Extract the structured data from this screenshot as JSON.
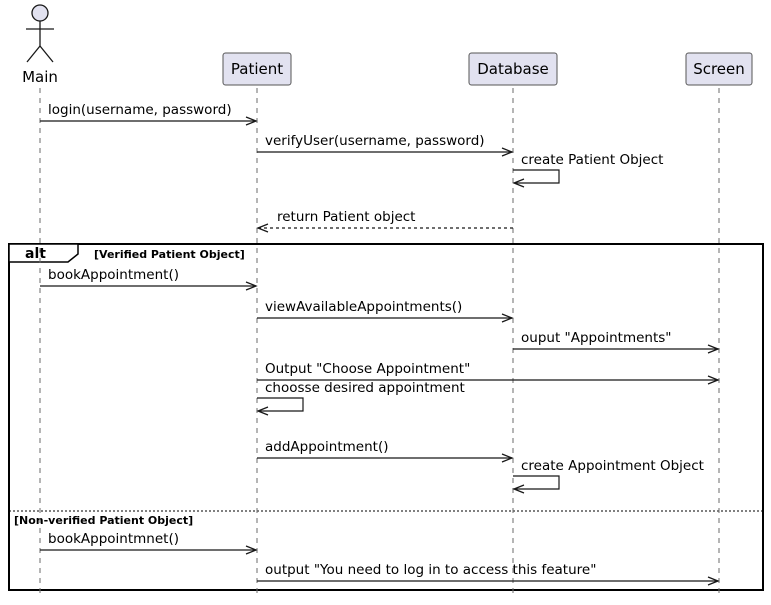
{
  "participants": [
    {
      "id": "main",
      "label": "Main",
      "kind": "actor"
    },
    {
      "id": "patient",
      "label": "Patient",
      "kind": "participant"
    },
    {
      "id": "database",
      "label": "Database",
      "kind": "participant"
    },
    {
      "id": "screen",
      "label": "Screen",
      "kind": "participant"
    }
  ],
  "messages": [
    {
      "from": "main",
      "to": "patient",
      "label": "login(username, password)",
      "style": "solid"
    },
    {
      "from": "patient",
      "to": "database",
      "label": "verifyUser(username, password)",
      "style": "solid"
    },
    {
      "from": "database",
      "to": "database",
      "label": "create Patient Object",
      "style": "solid"
    },
    {
      "from": "database",
      "to": "patient",
      "label": "return Patient object",
      "style": "dashed"
    },
    {
      "from": "main",
      "to": "patient",
      "label": "bookAppointment()",
      "style": "solid"
    },
    {
      "from": "patient",
      "to": "database",
      "label": "viewAvailableAppointments()",
      "style": "solid"
    },
    {
      "from": "database",
      "to": "screen",
      "label": "ouput \"Appointments\"",
      "style": "solid"
    },
    {
      "from": "patient",
      "to": "screen",
      "label": "Output \"Choose Appointment\"",
      "style": "solid"
    },
    {
      "from": "patient",
      "to": "patient",
      "label": "choosse desired appointment",
      "style": "solid"
    },
    {
      "from": "patient",
      "to": "database",
      "label": "addAppointment()",
      "style": "solid"
    },
    {
      "from": "database",
      "to": "database",
      "label": "create Appointment Object",
      "style": "solid"
    },
    {
      "from": "main",
      "to": "patient",
      "label": "bookAppointmnet()",
      "style": "solid"
    },
    {
      "from": "patient",
      "to": "screen",
      "label": "output \"You need to log in to access this feature\"",
      "style": "solid"
    }
  ],
  "fragment": {
    "keyword": "alt",
    "guards": [
      "[Verified Patient Object]",
      "[Non-verified Patient Object]"
    ]
  }
}
